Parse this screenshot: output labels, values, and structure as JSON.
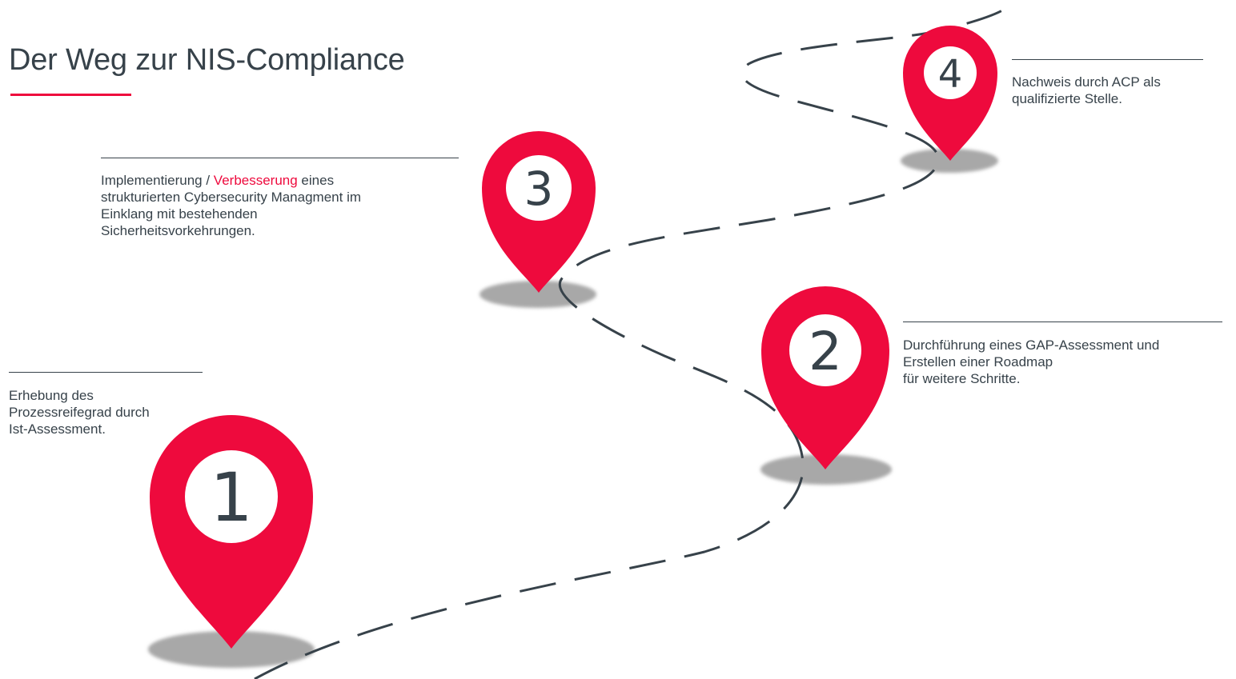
{
  "colors": {
    "accent": "#ee0a3d",
    "text": "#37424a",
    "shadow": "#a8a8a8",
    "path": "#37424a"
  },
  "title": "Der Weg zur NIS-Compliance",
  "steps": [
    {
      "number": "1",
      "lines": [
        "Erhebung des",
        "Prozessreifegrad durch",
        "Ist-Assessment."
      ]
    },
    {
      "number": "2",
      "lines": [
        "Durchführung eines GAP-Assessment und",
        "Erstellen einer Roadmap",
        "für weitere Schritte."
      ]
    },
    {
      "number": "3",
      "line1_pre": "Implementierung / ",
      "line1_highlight": "Verbesserung",
      "line1_post": " eines",
      "lines": [
        "strukturierten Cybersecurity Managment im",
        "Einklang mit bestehenden",
        "Sicherheitsvorkehrungen."
      ]
    },
    {
      "number": "4",
      "lines": [
        "Nachweis durch ACP als",
        "qualifizierte Stelle."
      ]
    }
  ]
}
